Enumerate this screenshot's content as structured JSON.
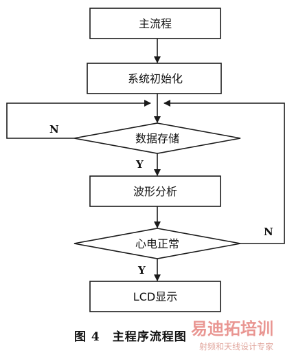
{
  "nodes": {
    "main": "主流程",
    "init": "系统初始化",
    "store": "数据存储",
    "analyze": "波形分析",
    "ecg_check": "心电正常",
    "lcd": "LCD显示"
  },
  "branch_labels": {
    "store_no": "N",
    "store_yes": "Y",
    "ecg_no": "N",
    "ecg_yes": "Y"
  },
  "caption": "图 4　主程序流程图",
  "watermark": {
    "brand": "易迪拓培训",
    "tagline": "射频和天线设计专家"
  },
  "colors": {
    "stroke": "#1a1a1a",
    "background": "#ffffff",
    "watermark": "#d8413a"
  }
}
